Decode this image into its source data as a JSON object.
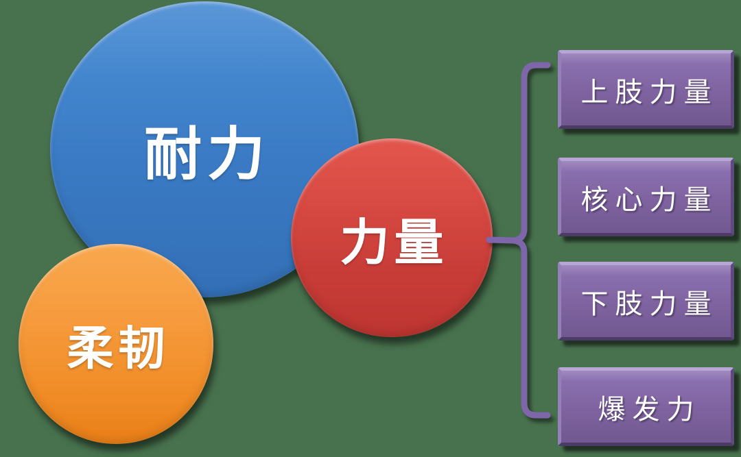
{
  "canvas": {
    "background_color": "#48724e"
  },
  "diagram": {
    "title_hint": "fitness qualities diagram",
    "circles": {
      "endurance": {
        "label": "耐力",
        "color": "#3a7ac4"
      },
      "strength": {
        "label": "力量",
        "color": "#c93d38"
      },
      "flexibility": {
        "label": "柔韧",
        "color": "#f5953a"
      }
    },
    "breakdown": {
      "of": "力量",
      "brace_color": "#7f65a9",
      "box_color": "#8064a2",
      "text_color": "#ffffff",
      "items": [
        {
          "label": "上肢力量"
        },
        {
          "label": "核心力量"
        },
        {
          "label": "下肢力量"
        },
        {
          "label": "爆发力"
        }
      ]
    }
  }
}
